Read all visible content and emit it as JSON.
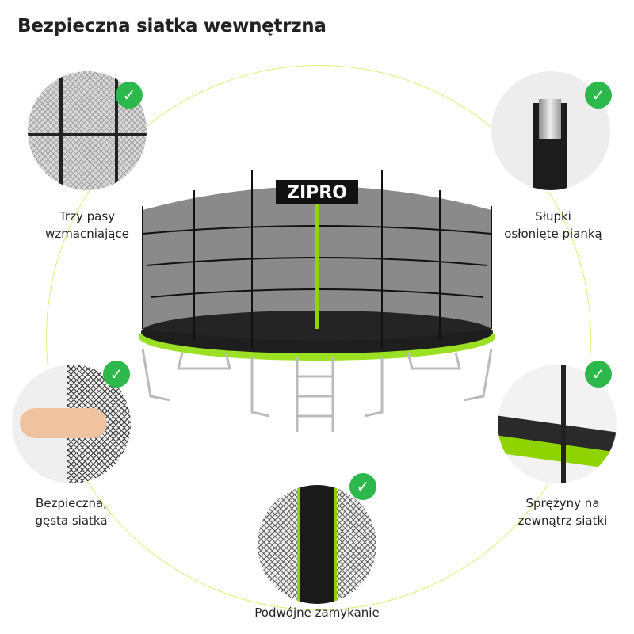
{
  "title": "Bezpieczna siatka wewnętrzna",
  "brand": "ZIPRO",
  "colors": {
    "accent": "#8fd400",
    "check": "#2db84b",
    "ring": "#dcef77"
  },
  "features": [
    {
      "label_1": "Trzy pasy",
      "label_2": "wzmacniające",
      "icon": "check-icon"
    },
    {
      "label_1": "Słupki",
      "label_2": "osłonięte pianką",
      "icon": "check-icon"
    },
    {
      "label_1": "Bezpieczna,",
      "label_2": "gęsta siatka",
      "icon": "check-icon"
    },
    {
      "label_1": "Sprężyny na",
      "label_2": "zewnątrz siatki",
      "icon": "check-icon"
    },
    {
      "label_1": "Podwójne zamykanie",
      "icon": "check-icon"
    }
  ]
}
